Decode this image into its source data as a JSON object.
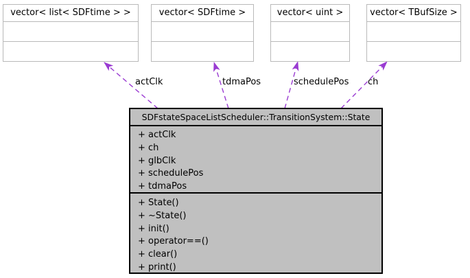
{
  "diagram": {
    "type": "uml-collaboration-diagram",
    "top_nodes": [
      {
        "label": "vector< list< SDFtime > >"
      },
      {
        "label": "vector< SDFtime >"
      },
      {
        "label": "vector< uint >"
      },
      {
        "label": "vector< TBufSize >"
      }
    ],
    "main_node": {
      "title": "SDFstateSpaceListScheduler::TransitionSystem::State",
      "attributes": [
        "+ actClk",
        "+ ch",
        "+ glbClk",
        "+ schedulePos",
        "+ tdmaPos"
      ],
      "methods": [
        "+ State()",
        "+ ~State()",
        "+ init()",
        "+ operator==()",
        "+ clear()",
        "+ print()"
      ]
    },
    "edges": [
      {
        "label": "actClk"
      },
      {
        "label": "tdmaPos"
      },
      {
        "label": "schedulePos"
      },
      {
        "label": "ch"
      }
    ],
    "colors": {
      "edge": "#9a3bd2",
      "main_fill": "#c0c0c0",
      "main_border": "#000000",
      "top_node_border": "#b9b9b9",
      "background": "#ffffff"
    }
  }
}
